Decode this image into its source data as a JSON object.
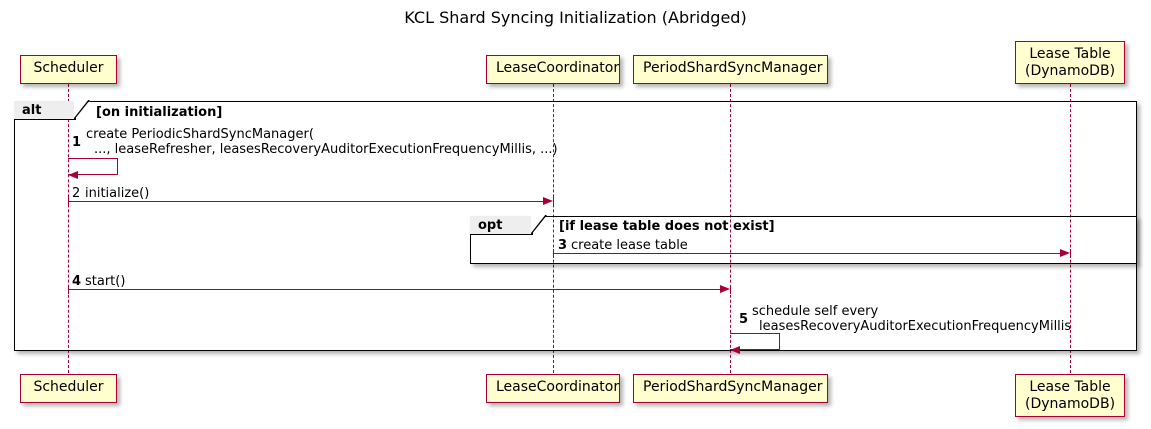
{
  "diagram": {
    "title": "KCL Shard Syncing Initialization (Abridged)",
    "type": "sequence-diagram"
  },
  "participants": [
    {
      "id": "scheduler",
      "name_line1": "Scheduler",
      "name_line2": ""
    },
    {
      "id": "lease-coordinator",
      "name_line1": "LeaseCoordinator",
      "name_line2": ""
    },
    {
      "id": "period-shard-sync-manager",
      "name_line1": "PeriodShardSyncManager",
      "name_line2": ""
    },
    {
      "id": "lease-table",
      "name_line1": "Lease Table",
      "name_line2": "(DynamoDB)"
    }
  ],
  "groups": [
    {
      "id": "alt-group",
      "keyword": "alt",
      "condition": "[on initialization]"
    },
    {
      "id": "opt-group",
      "keyword": "opt",
      "condition": "[if lease table does not exist]"
    }
  ],
  "messages": [
    {
      "num": "1",
      "line1": "create PeriodicShardSyncManager(",
      "line2": "..., leaseRefresher, leasesRecoveryAuditorExecutionFrequencyMillis, ...)",
      "from": "scheduler",
      "to": "scheduler",
      "kind": "self"
    },
    {
      "num": "2",
      "line1": "initialize()",
      "line2": "",
      "from": "scheduler",
      "to": "lease-coordinator",
      "kind": "sync"
    },
    {
      "num": "3",
      "line1": "create lease table",
      "line2": "",
      "from": "lease-coordinator",
      "to": "lease-table",
      "kind": "sync"
    },
    {
      "num": "4",
      "line1": "start()",
      "line2": "",
      "from": "scheduler",
      "to": "period-shard-sync-manager",
      "kind": "sync"
    },
    {
      "num": "5",
      "line1": "schedule self every",
      "line2": "leasesRecoveryAuditorExecutionFrequencyMillis",
      "from": "period-shard-sync-manager",
      "to": "period-shard-sync-manager",
      "kind": "self"
    }
  ],
  "colors": {
    "participant_fill": "#FEFECE",
    "participant_border": "#A80036",
    "arrow": "#A80036",
    "frame_border": "#000000",
    "frame_tab_fill": "#EEEEEE",
    "background": "#FFFFFF"
  }
}
